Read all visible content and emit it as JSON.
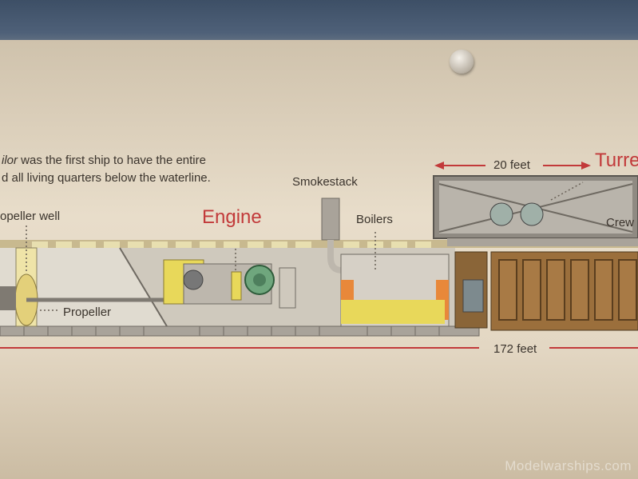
{
  "intro": {
    "line1_italic": "ilor",
    "line1_rest": " was the first ship to have the entire",
    "line2": "d all living quarters below the waterline."
  },
  "labels": {
    "propeller_well": "opeller well",
    "engine": "Engine",
    "smokestack": "Smokestack",
    "boilers": "Boilers",
    "turret": "Turre",
    "crew": "Crew",
    "propeller": "Propeller"
  },
  "dimensions": {
    "turret_width": "20 feet",
    "ship_length": "172 feet"
  },
  "watermark": "Modelwarships.com",
  "colors": {
    "accent_red": "#c23a3a",
    "text": "#3b342d",
    "engine_yellow": "#e8d85a",
    "boiler_orange": "#e8883a",
    "crew_wood": "#9b6f3c",
    "hull_gray": "#b7b1a8"
  }
}
